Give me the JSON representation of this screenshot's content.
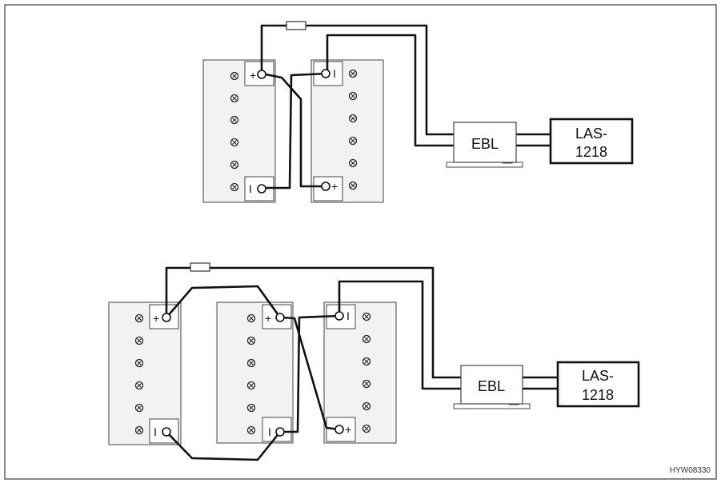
{
  "colors": {
    "background": "#ffffff",
    "frame": "#555555",
    "battery_fill": "#f2f2f2",
    "battery_stroke": "#444444",
    "wire": "#111111",
    "box_fill": "#ffffff"
  },
  "icons": {
    "cell_cap": "circled-x-icon",
    "terminal": "circle-terminal-icon",
    "fuse": "fuse-icon"
  },
  "terminal_marks": {
    "positive": "+",
    "negative": "I"
  },
  "top_circuit": {
    "ebl_label": "EBL",
    "las_label_line1": "LAS-",
    "las_label_line2": "1218"
  },
  "bottom_circuit": {
    "ebl_label": "EBL",
    "las_label_line1": "LAS-",
    "las_label_line2": "1218"
  },
  "reference_code": "HYW08330"
}
